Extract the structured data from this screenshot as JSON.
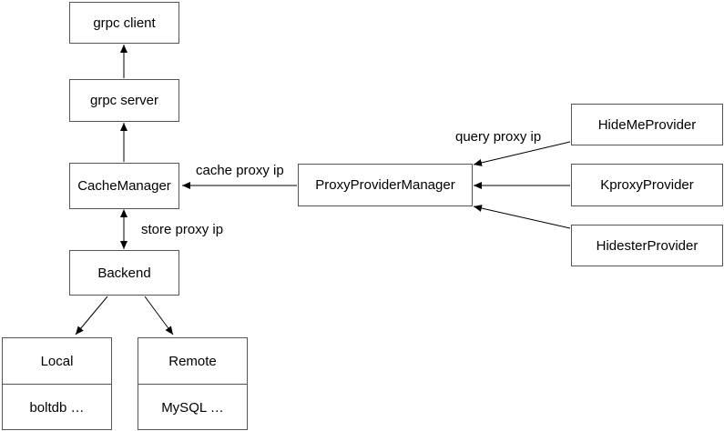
{
  "nodes": {
    "grpc_client": "grpc client",
    "grpc_server": "grpc server",
    "cache_manager": "CacheManager",
    "backend": "Backend",
    "proxy_provider_manager": "ProxyProviderManager",
    "hideme_provider": "HideMeProvider",
    "kproxy_provider": "KproxyProvider",
    "hidester_provider": "HidesterProvider",
    "local": {
      "title": "Local",
      "detail": "boltdb …"
    },
    "remote": {
      "title": "Remote",
      "detail": "MySQL …"
    }
  },
  "edges": {
    "cache_proxy_ip": "cache proxy ip",
    "store_proxy_ip": "store proxy ip",
    "query_proxy_ip": "query proxy ip"
  }
}
